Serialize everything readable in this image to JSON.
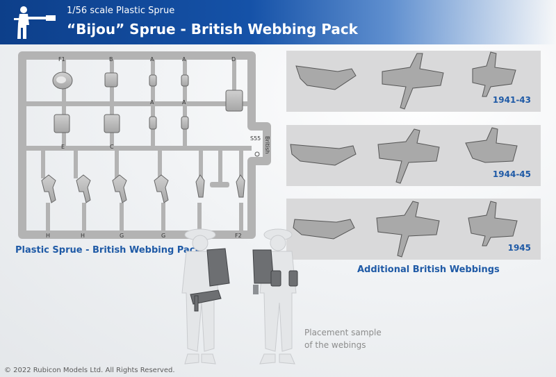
{
  "header": {
    "subtitle": "1/56 scale Plastic Sprue",
    "title": "“Bijou” Sprue - British Webbing Pack"
  },
  "sprue": {
    "caption": "Plastic Sprue - British Webbing Pack",
    "code": "S55",
    "side_text": "British",
    "part_labels_top": [
      "F1",
      "B",
      "A",
      "A",
      "D"
    ],
    "part_labels_mid": [
      "A",
      "A"
    ],
    "part_labels_row2": [
      "E",
      "C"
    ],
    "part_labels_bottom": [
      "H",
      "H",
      "G",
      "G",
      "F2"
    ]
  },
  "webbings": {
    "caption": "Additional British Webbings",
    "panels": [
      {
        "year": "1941-43"
      },
      {
        "year": "1944-45"
      },
      {
        "year": "1945"
      }
    ]
  },
  "placement": {
    "line1": "Placement sample",
    "line2": "of the webings"
  },
  "footer": {
    "copyright": "© 2022 Rubicon Models Ltd. All Rights Reserved."
  },
  "colors": {
    "header_blue": "#0d3f8a",
    "caption_blue": "#1f5aa6",
    "sprue_grey": "#b9b9b9"
  },
  "icons": {
    "logo": "soldier-silhouette-icon"
  }
}
